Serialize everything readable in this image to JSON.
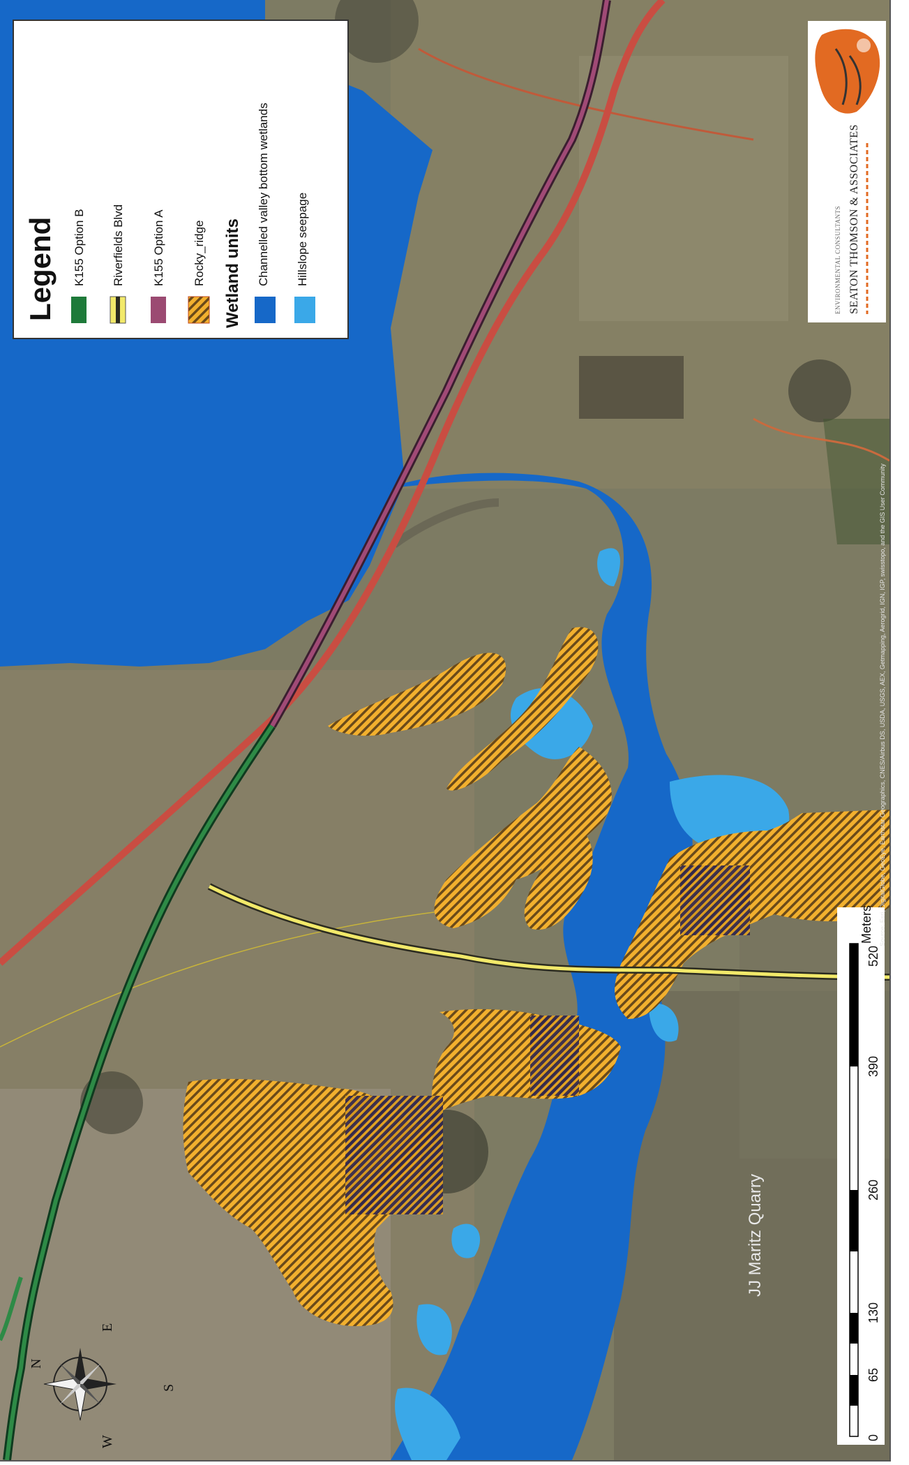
{
  "legend": {
    "title": "Legend",
    "items": [
      {
        "label": "K155 Option B",
        "color": "#1e7a3a"
      },
      {
        "label": "Riverfields Blvd",
        "color": "#f2e96a"
      },
      {
        "label": "K155 Option A",
        "color": "#9b4a72"
      },
      {
        "label": "Rocky_ridge",
        "color": "#f2b02e"
      }
    ],
    "wetland_heading": "Wetland units",
    "wetland_items": [
      {
        "label": "Channelled valley bottom wetlands",
        "color": "#1668c8"
      },
      {
        "label": "Hillslope seepage",
        "color": "#3aa8e8"
      }
    ]
  },
  "logo": {
    "name": "SEATON THOMSON & ASSOCIATES",
    "tagline": "ENVIRONMENTAL CONSULTANTS",
    "accent_color": "#e26a22"
  },
  "map": {
    "place_label": "JJ Maritz Quarry",
    "scale_unit": "Meters",
    "scale_ticks": [
      "0",
      "65",
      "130",
      "260",
      "390",
      "520"
    ],
    "credits": "Source: Esri, DigitalGlobe, GeoEye, Earthstar Geographics, CNES/Airbus DS, USDA, USGS, AEX, Getmapping, Aerogrid, IGN, IGP, swisstopo, and the GIS User Community",
    "compass": {
      "n": "N",
      "e": "E",
      "s": "S",
      "w": "W"
    }
  }
}
